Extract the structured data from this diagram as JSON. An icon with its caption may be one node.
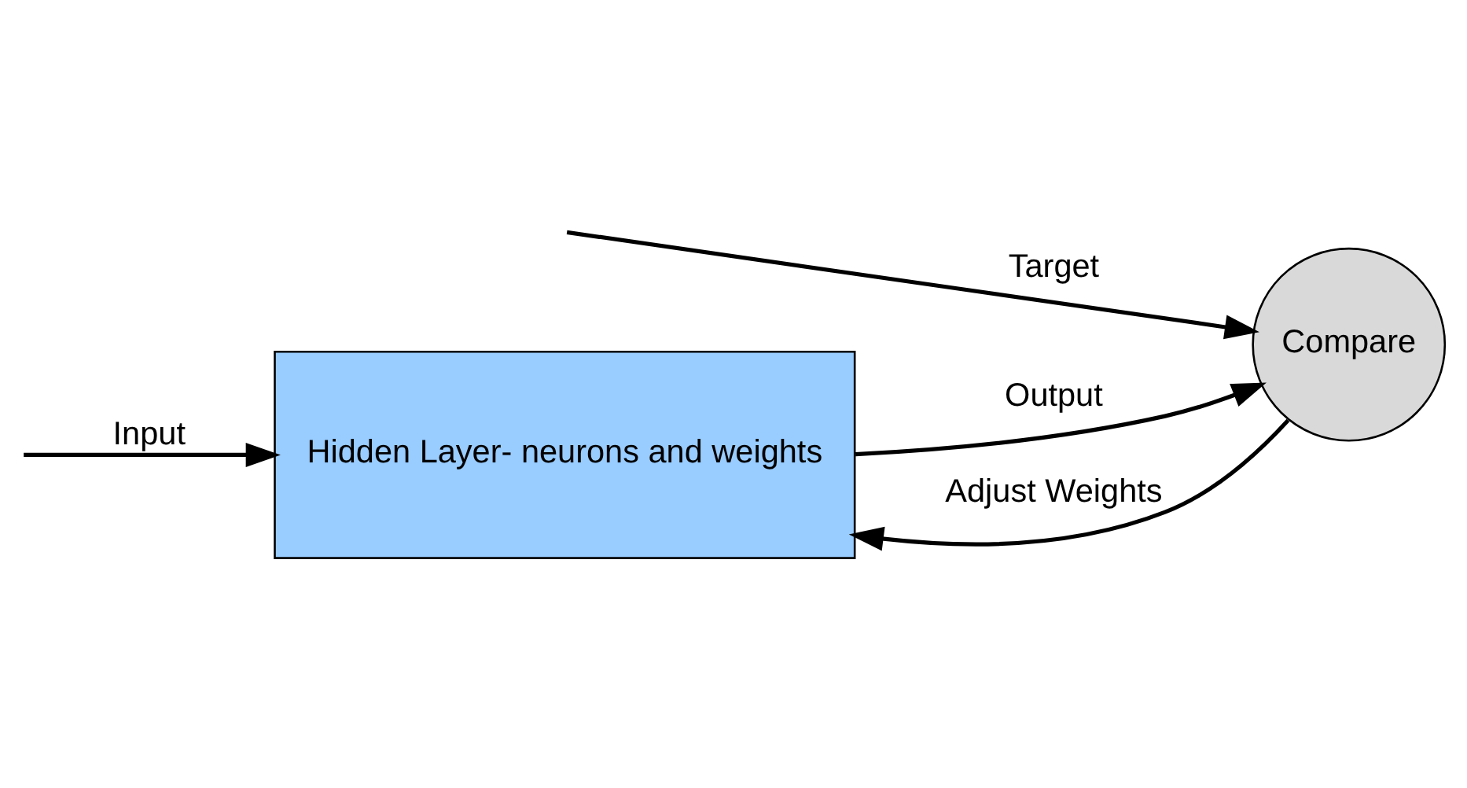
{
  "diagram": {
    "nodes": [
      {
        "text": [
          "Hidden Layer- neurons and weights"
        ]
      },
      {
        "text": [
          "Compare"
        ]
      }
    ],
    "edges": [
      {
        "from": null,
        "to": 0,
        "arrow": "to",
        "label": "Input"
      },
      {
        "from": 0,
        "to": 1,
        "arrow": "to",
        "label": "Output"
      },
      {
        "from": null,
        "to": 1,
        "arrow": "to",
        "label": "Target"
      },
      {
        "from": 1,
        "to": 0,
        "arrow": "to",
        "label": "Adjust Weights"
      }
    ]
  }
}
